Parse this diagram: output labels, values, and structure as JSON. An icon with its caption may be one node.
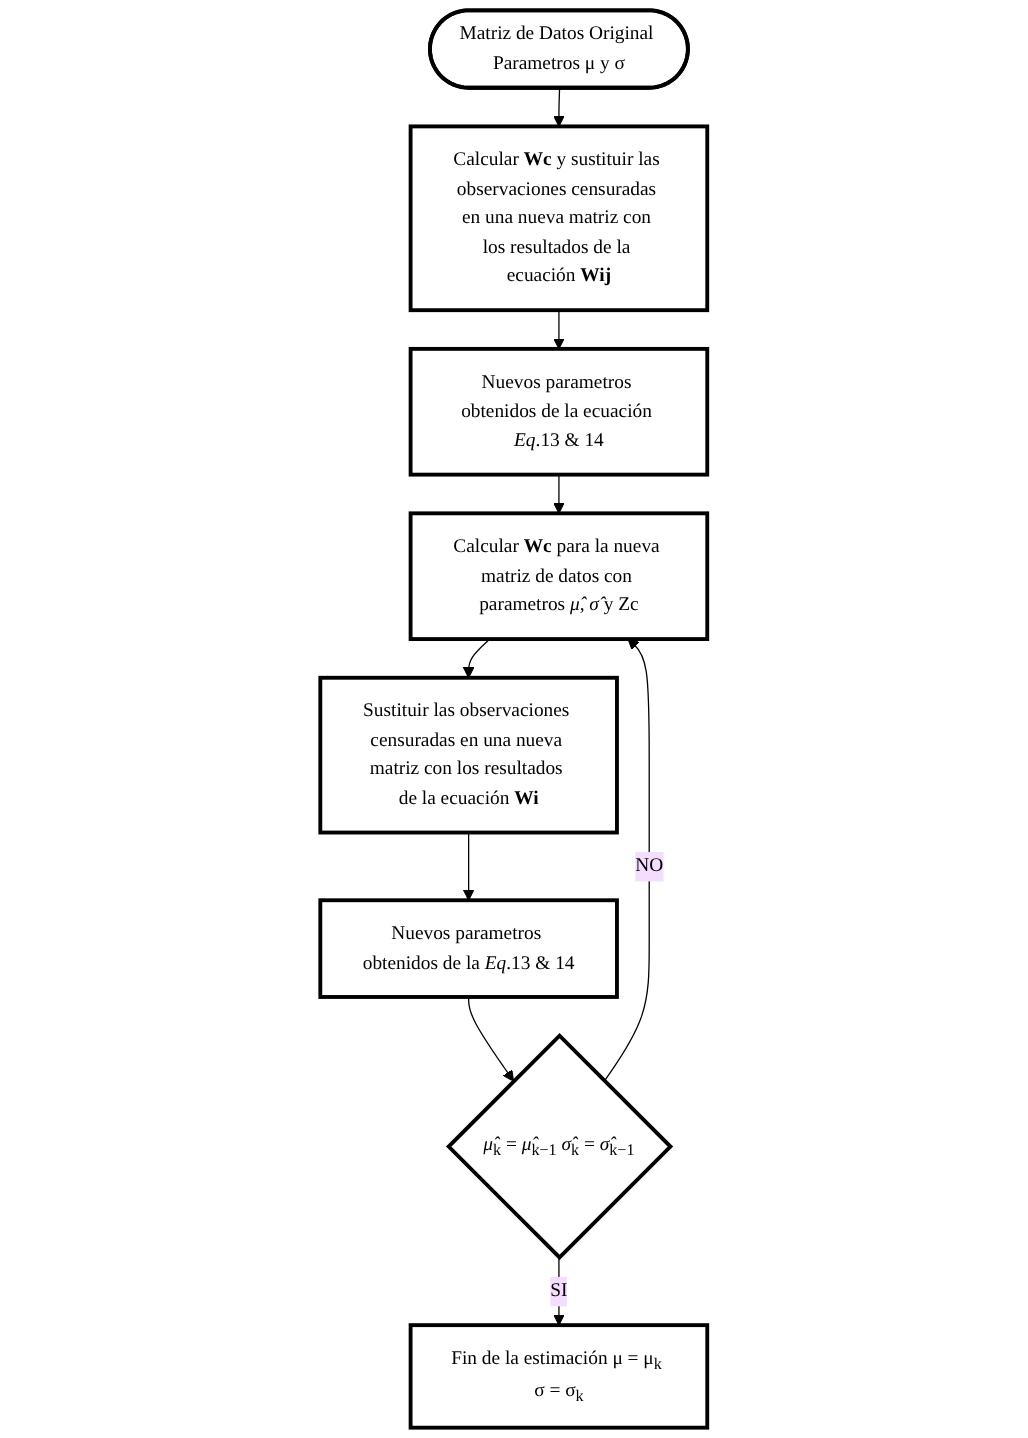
{
  "diagram": {
    "nodes": [
      {
        "text": [
          "Matriz de Datos Original Parametros μ y σ"
        ]
      },
      {
        "text": [
          "Calcular **Wc** y sustituir las observaciones censuradas en una nueva matriz con los resultados de la ecuación **Wij**"
        ]
      },
      {
        "text": [
          "Nuevos parametros obtenidos de la ecuación *Eq*.13 & 14"
        ]
      },
      {
        "text": [
          "Calcular **Wc** para la nueva matriz de datos con parametros *μ̂*, *σ̂* y Zc"
        ]
      },
      {
        "text": [
          "Sustituir las observaciones censuradas en una nueva matriz con los resultados de la ecuación **Wi**"
        ]
      },
      {
        "text": [
          "Nuevos parametros obtenidos de la *Eq*.13 & 14"
        ]
      },
      {
        "text": [
          "*μ̂*$_{k}$ = *μ̂*$_{k−1}$ *σ̂*$_{k}$ = *σ̂*$_{k−1}$"
        ]
      },
      {
        "text": [
          "Fin de la estimación μ = μ$_{k}$ σ = σ$_{k}$"
        ]
      }
    ],
    "edges": [
      {
        "from": 0,
        "to": 1,
        "arrow": "to"
      },
      {
        "from": 1,
        "to": 2,
        "arrow": "to"
      },
      {
        "from": 2,
        "to": 3,
        "arrow": "to"
      },
      {
        "from": 3,
        "to": 4,
        "arrow": "to"
      },
      {
        "from": 4,
        "to": 5,
        "arrow": "to"
      },
      {
        "from": 5,
        "to": 6,
        "arrow": "to"
      },
      {
        "from": 6,
        "to": 3,
        "arrow": "to",
        "label": "NO"
      },
      {
        "from": 6,
        "to": 7,
        "arrow": "to",
        "label": "SI"
      }
    ]
  }
}
